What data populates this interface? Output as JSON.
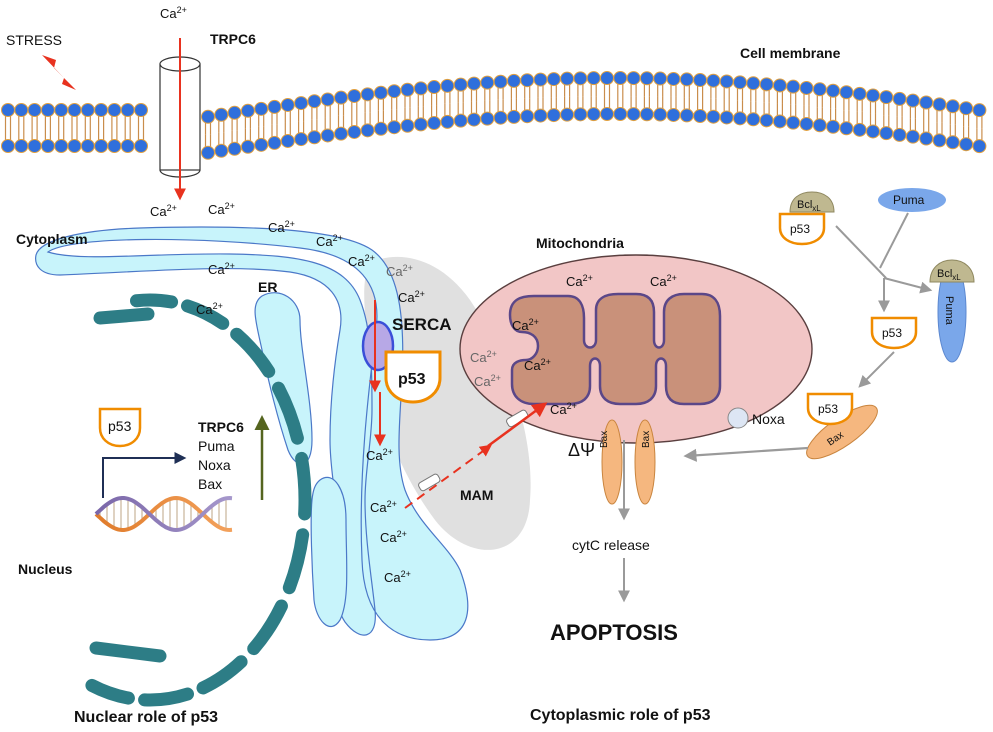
{
  "labels": {
    "stress": "STRESS",
    "trpc6_membrane": "TRPC6",
    "cell_membrane": "Cell membrane",
    "cytoplasm": "Cytoplasm",
    "er": "ER",
    "nucleus": "Nucleus",
    "mitochondria": "Mitochondria",
    "serca": "SERCA",
    "mam": "MAM",
    "delta_psi": "ΔΨ",
    "noxa": "Noxa",
    "cytc_release": "cytC release",
    "apoptosis": "APOPTOSIS",
    "nuclear_role": "Nuclear role of p53",
    "cytoplasmic_role": "Cytoplasmic role of p53"
  },
  "ion": {
    "base": "Ca",
    "charge": "2+"
  },
  "p53": "p53",
  "gene_list": [
    "TRPC6",
    "Puma",
    "Noxa",
    "Bax"
  ],
  "proteins": {
    "bclxl_base": "Bcl",
    "bclxl_sub": "xL",
    "puma": "Puma",
    "bax": "Bax"
  },
  "colors": {
    "membrane_head": "#2f6fdc",
    "er_fill": "#c8f4fb",
    "mam_fill": "#d6d6d6",
    "mito_outer": "#f2c6c6",
    "mito_inner": "#c9917a",
    "nucleus_ring": "#2d7d86",
    "p53_outline": "#f08c00",
    "bax_fill": "#f5b77f",
    "puma_fill": "#7aa7ea",
    "bclxl_fill": "#bfb890",
    "calcium_arrow": "#e8321f",
    "pathway_arrow": "#9a9a9a"
  }
}
